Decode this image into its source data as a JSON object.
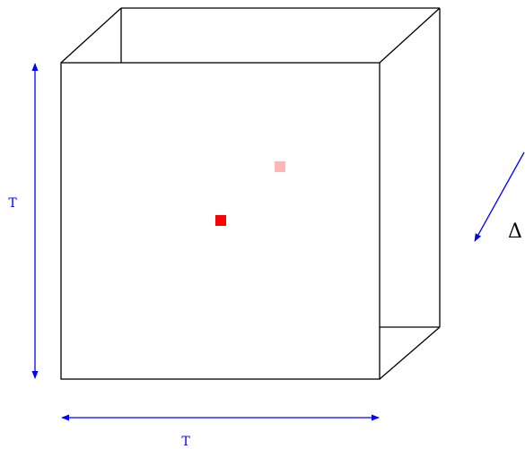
{
  "labels": {
    "vertical_dimension": "T",
    "horizontal_dimension": "T",
    "depth_dimension": "Δ"
  },
  "colors": {
    "edge": "#000000",
    "dimension": "#0000ff",
    "front_point": "#ff0000",
    "back_point": "#ffb6b6"
  }
}
